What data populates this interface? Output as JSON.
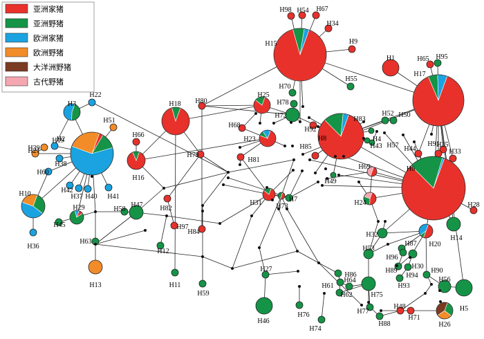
{
  "legend": [
    {
      "label": "亚洲家猪",
      "color": "#e8312b"
    },
    {
      "label": "亚洲野猪",
      "color": "#159447"
    },
    {
      "label": "欧洲家猪",
      "color": "#1aa3e0"
    },
    {
      "label": "欧洲野猪",
      "color": "#f28c28"
    },
    {
      "label": "大洋洲野猪",
      "color": "#7b3b22"
    },
    {
      "label": "古代野猪",
      "color": "#f4a7b0"
    }
  ],
  "haplotypes": [
    {
      "id": "H1",
      "slices": [
        1
      ]
    },
    {
      "id": "H2",
      "slices": [
        0.03,
        0.12,
        0.6,
        0.25
      ]
    },
    {
      "id": "H3",
      "slices": [
        0,
        0.45,
        0.55
      ]
    },
    {
      "id": "H4",
      "slices": [
        0,
        1
      ]
    },
    {
      "id": "H5",
      "slices": [
        0,
        1
      ]
    },
    {
      "id": "H6",
      "slices": [
        0.82,
        0.17,
        0.01
      ]
    },
    {
      "id": "H7",
      "slices": [
        0,
        1
      ]
    },
    {
      "id": "H8",
      "slices": [
        1
      ]
    },
    {
      "id": "H9",
      "slices": [
        1
      ]
    },
    {
      "id": "H10",
      "slices": [
        0,
        0.3,
        0.45,
        0.25
      ]
    },
    {
      "id": "H11",
      "slices": [
        0,
        1
      ]
    },
    {
      "id": "H12",
      "slices": [
        0,
        1
      ]
    },
    {
      "id": "H13",
      "slices": [
        0,
        0,
        0,
        1
      ]
    },
    {
      "id": "H14",
      "slices": [
        0,
        1
      ]
    },
    {
      "id": "H15",
      "slices": [
        0.9,
        0.07,
        0.03
      ]
    },
    {
      "id": "H16",
      "slices": [
        0.88,
        0.12
      ]
    },
    {
      "id": "H17",
      "slices": [
        0.88,
        0.06,
        0.06
      ]
    },
    {
      "id": "H18",
      "slices": [
        0.9,
        0.1
      ]
    },
    {
      "id": "H19",
      "slices": [
        0,
        0,
        1
      ]
    },
    {
      "id": "H20",
      "slices": [
        0.5,
        0.1,
        0.4
      ]
    },
    {
      "id": "H21",
      "slices": [
        0,
        0,
        0,
        1
      ]
    },
    {
      "id": "H22",
      "slices": [
        0,
        0,
        1
      ]
    },
    {
      "id": "H23",
      "slices": [
        0.75,
        0.1,
        0.15
      ]
    },
    {
      "id": "H24",
      "slices": [
        0.45,
        0.3,
        0,
        0,
        0,
        0.25
      ]
    },
    {
      "id": "H25",
      "slices": [
        0.8,
        0.2
      ]
    },
    {
      "id": "H26",
      "slices": [
        0,
        0.3,
        0,
        0.3,
        0.4
      ]
    },
    {
      "id": "H27",
      "slices": [
        0,
        1
      ]
    },
    {
      "id": "H28",
      "slices": [
        1
      ]
    },
    {
      "id": "H29",
      "slices": [
        0.1,
        0.8,
        0.1
      ]
    },
    {
      "id": "H30",
      "slices": [
        0,
        1
      ]
    },
    {
      "id": "H31",
      "slices": [
        0.8,
        0.2
      ]
    },
    {
      "id": "H32",
      "slices": [
        0,
        1
      ]
    },
    {
      "id": "H33",
      "slices": [
        1
      ]
    },
    {
      "id": "H34",
      "slices": [
        1
      ]
    },
    {
      "id": "H35",
      "slices": [
        1
      ]
    },
    {
      "id": "H36",
      "slices": [
        0,
        0,
        1
      ]
    },
    {
      "id": "H37",
      "slices": [
        0,
        0,
        1
      ]
    },
    {
      "id": "H38",
      "slices": [
        0,
        0,
        1
      ]
    },
    {
      "id": "H39",
      "slices": [
        0,
        0,
        0,
        1
      ]
    },
    {
      "id": "H40",
      "slices": [
        0,
        0,
        1
      ]
    },
    {
      "id": "H41",
      "slices": [
        0,
        0,
        1
      ]
    },
    {
      "id": "H42",
      "slices": [
        0,
        0,
        1
      ]
    },
    {
      "id": "H43",
      "slices": [
        0,
        1
      ]
    },
    {
      "id": "H44",
      "slices": [
        1
      ]
    },
    {
      "id": "H45",
      "slices": [
        0,
        1
      ]
    },
    {
      "id": "H46",
      "slices": [
        0,
        1
      ]
    },
    {
      "id": "H47",
      "slices": [
        0,
        1
      ]
    },
    {
      "id": "H48",
      "slices": [
        1
      ]
    },
    {
      "id": "H49",
      "slices": [
        0,
        1
      ]
    },
    {
      "id": "H50",
      "slices": [
        0,
        1
      ]
    },
    {
      "id": "H51",
      "slices": [
        0,
        0,
        0,
        1
      ]
    },
    {
      "id": "H52",
      "slices": [
        0,
        1
      ]
    },
    {
      "id": "H53",
      "slices": [
        0,
        1
      ]
    },
    {
      "id": "H54",
      "slices": [
        1
      ]
    },
    {
      "id": "H55",
      "slices": [
        0,
        1
      ]
    },
    {
      "id": "H56",
      "slices": [
        0,
        1
      ]
    },
    {
      "id": "H57",
      "slices": [
        0,
        1
      ]
    },
    {
      "id": "H58",
      "slices": [
        0,
        1
      ]
    },
    {
      "id": "H59",
      "slices": [
        0,
        1
      ]
    },
    {
      "id": "H60",
      "slices": [
        0,
        0,
        1
      ]
    },
    {
      "id": "H61",
      "slices": [
        0,
        1
      ]
    },
    {
      "id": "H62",
      "slices": [
        0,
        1
      ]
    },
    {
      "id": "H63",
      "slices": [
        0,
        1
      ]
    },
    {
      "id": "H64",
      "slices": [
        0,
        1
      ]
    },
    {
      "id": "H65",
      "slices": [
        1
      ]
    },
    {
      "id": "H66",
      "slices": [
        1
      ]
    },
    {
      "id": "H67",
      "slices": [
        1
      ]
    },
    {
      "id": "H68",
      "slices": [
        1
      ]
    },
    {
      "id": "H69",
      "slices": [
        0.5,
        0,
        0,
        0,
        0,
        0.5
      ]
    },
    {
      "id": "H70",
      "slices": [
        0,
        1
      ]
    },
    {
      "id": "H71",
      "slices": [
        1
      ]
    },
    {
      "id": "H72",
      "slices": [
        0,
        1
      ]
    },
    {
      "id": "H73",
      "slices": [
        0.5,
        0.5
      ]
    },
    {
      "id": "H74",
      "slices": [
        0,
        1
      ]
    },
    {
      "id": "H75",
      "slices": [
        0,
        1
      ]
    },
    {
      "id": "H76",
      "slices": [
        0,
        1
      ]
    },
    {
      "id": "H77",
      "slices": [
        0,
        1
      ]
    },
    {
      "id": "H78",
      "slices": [
        0,
        1
      ]
    },
    {
      "id": "H79",
      "slices": [
        1
      ]
    },
    {
      "id": "H80",
      "slices": [
        1
      ]
    },
    {
      "id": "H81",
      "slices": [
        1
      ]
    },
    {
      "id": "H82",
      "slices": [
        1
      ]
    },
    {
      "id": "H83",
      "slices": [
        0.82,
        0.14,
        0.04
      ]
    },
    {
      "id": "H84",
      "slices": [
        1
      ]
    },
    {
      "id": "H85",
      "slices": [
        1
      ]
    },
    {
      "id": "H86",
      "slices": [
        0,
        1
      ]
    },
    {
      "id": "H87",
      "slices": [
        0,
        1
      ]
    },
    {
      "id": "H88",
      "slices": [
        0,
        1
      ]
    },
    {
      "id": "H89",
      "slices": [
        0,
        1
      ]
    },
    {
      "id": "H90",
      "slices": [
        0,
        1
      ]
    },
    {
      "id": "H91",
      "slices": [
        1
      ]
    },
    {
      "id": "H92",
      "slices": [
        1
      ]
    },
    {
      "id": "H93",
      "slices": [
        0,
        1
      ]
    },
    {
      "id": "H94",
      "slices": [
        0,
        1
      ]
    },
    {
      "id": "H95",
      "slices": [
        0,
        1
      ]
    },
    {
      "id": "H96",
      "slices": [
        0,
        1
      ]
    },
    {
      "id": "H97",
      "slices": [
        1
      ]
    },
    {
      "id": "H98",
      "slices": [
        1
      ]
    }
  ]
}
